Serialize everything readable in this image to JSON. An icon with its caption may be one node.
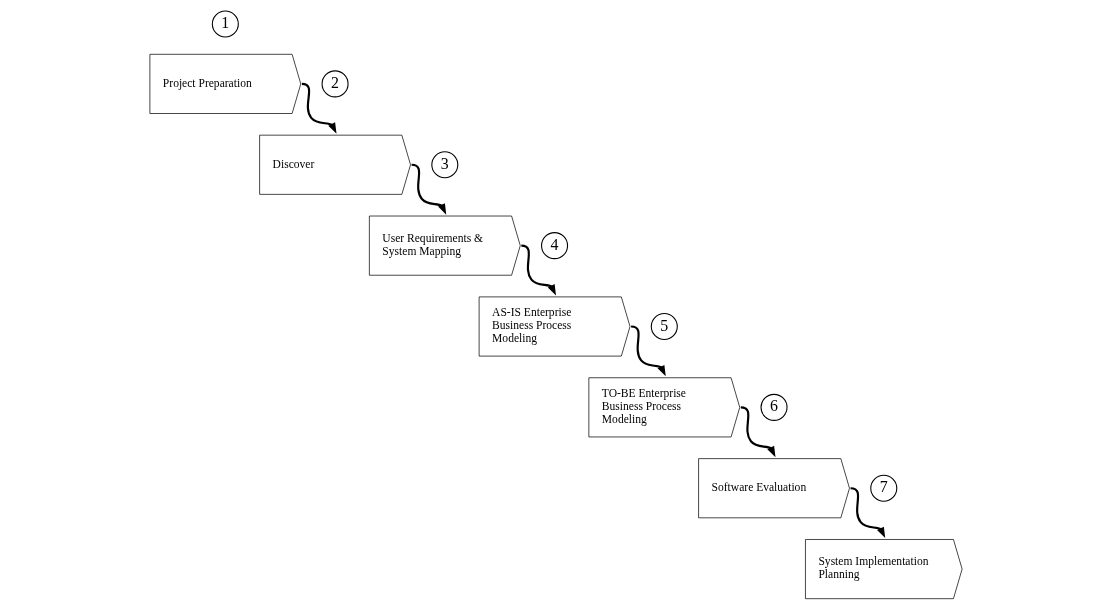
{
  "diagram": {
    "nodes": [
      {
        "text": [
          "1"
        ]
      },
      {
        "text": [
          "Project Preparation"
        ]
      },
      {
        "text": [
          "2"
        ]
      },
      {
        "text": [
          "Discover"
        ]
      },
      {
        "text": [
          "3"
        ]
      },
      {
        "text": [
          "User Requirements & System Mapping"
        ]
      },
      {
        "text": [
          "4"
        ]
      },
      {
        "text": [
          "AS-IS Enterprise Business Process Modeling"
        ]
      },
      {
        "text": [
          "5"
        ]
      },
      {
        "text": [
          "TO-BE Enterprise Business Process Modeling"
        ]
      },
      {
        "text": [
          "6"
        ]
      },
      {
        "text": [
          "Software Evaluation"
        ]
      },
      {
        "text": [
          "7"
        ]
      },
      {
        "text": [
          "System Implementation Planning"
        ]
      }
    ],
    "edges": [
      {
        "from": 1,
        "to": 3,
        "arrow": "to"
      },
      {
        "from": 3,
        "to": 5,
        "arrow": "to"
      },
      {
        "from": 5,
        "to": 7,
        "arrow": "to"
      },
      {
        "from": 7,
        "to": 9,
        "arrow": "to"
      },
      {
        "from": 9,
        "to": 11,
        "arrow": "to"
      },
      {
        "from": 11,
        "to": 13,
        "arrow": "to"
      }
    ]
  }
}
